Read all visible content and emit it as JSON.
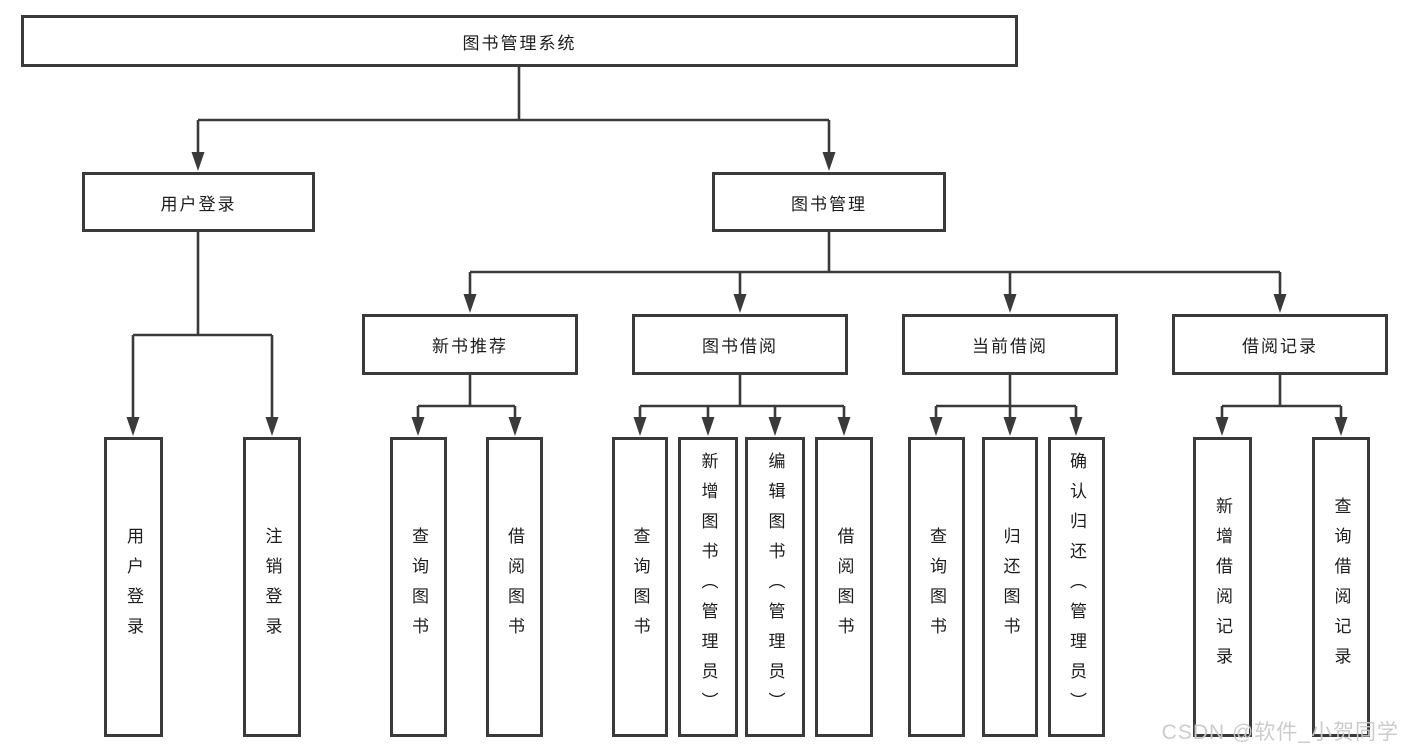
{
  "nodes": {
    "root": {
      "label": "图书管理系统"
    },
    "level2": [
      {
        "label": "用户登录"
      },
      {
        "label": "图书管理"
      }
    ],
    "level3": [
      {
        "label": "新书推荐",
        "parent": "图书管理"
      },
      {
        "label": "图书借阅",
        "parent": "图书管理"
      },
      {
        "label": "当前借阅",
        "parent": "图书管理"
      },
      {
        "label": "借阅记录",
        "parent": "图书管理"
      }
    ],
    "leaves": [
      {
        "label": "用户登录",
        "parent": "用户登录"
      },
      {
        "label": "注销登录",
        "parent": "用户登录"
      },
      {
        "label": "查询图书",
        "parent": "新书推荐"
      },
      {
        "label": "借阅图书",
        "parent": "新书推荐"
      },
      {
        "label": "查询图书",
        "parent": "图书借阅"
      },
      {
        "label": "新增图书（管理员）",
        "parent": "图书借阅"
      },
      {
        "label": "编辑图书（管理员）",
        "parent": "图书借阅"
      },
      {
        "label": "借阅图书",
        "parent": "图书借阅"
      },
      {
        "label": "查询图书",
        "parent": "当前借阅"
      },
      {
        "label": "归还图书",
        "parent": "当前借阅"
      },
      {
        "label": "确认归还（管理员）",
        "parent": "当前借阅"
      },
      {
        "label": "新增借阅记录",
        "parent": "借阅记录"
      },
      {
        "label": "查询借阅记录",
        "parent": "借阅记录"
      }
    ]
  },
  "watermark": {
    "text": "CSDN @软件_小贺同学"
  },
  "colors": {
    "line": "#3a3a3a",
    "box_border": "#3a3a3a",
    "text": "#1d1d1d",
    "watermark": "#c9c9c9",
    "background": "#ffffff"
  }
}
